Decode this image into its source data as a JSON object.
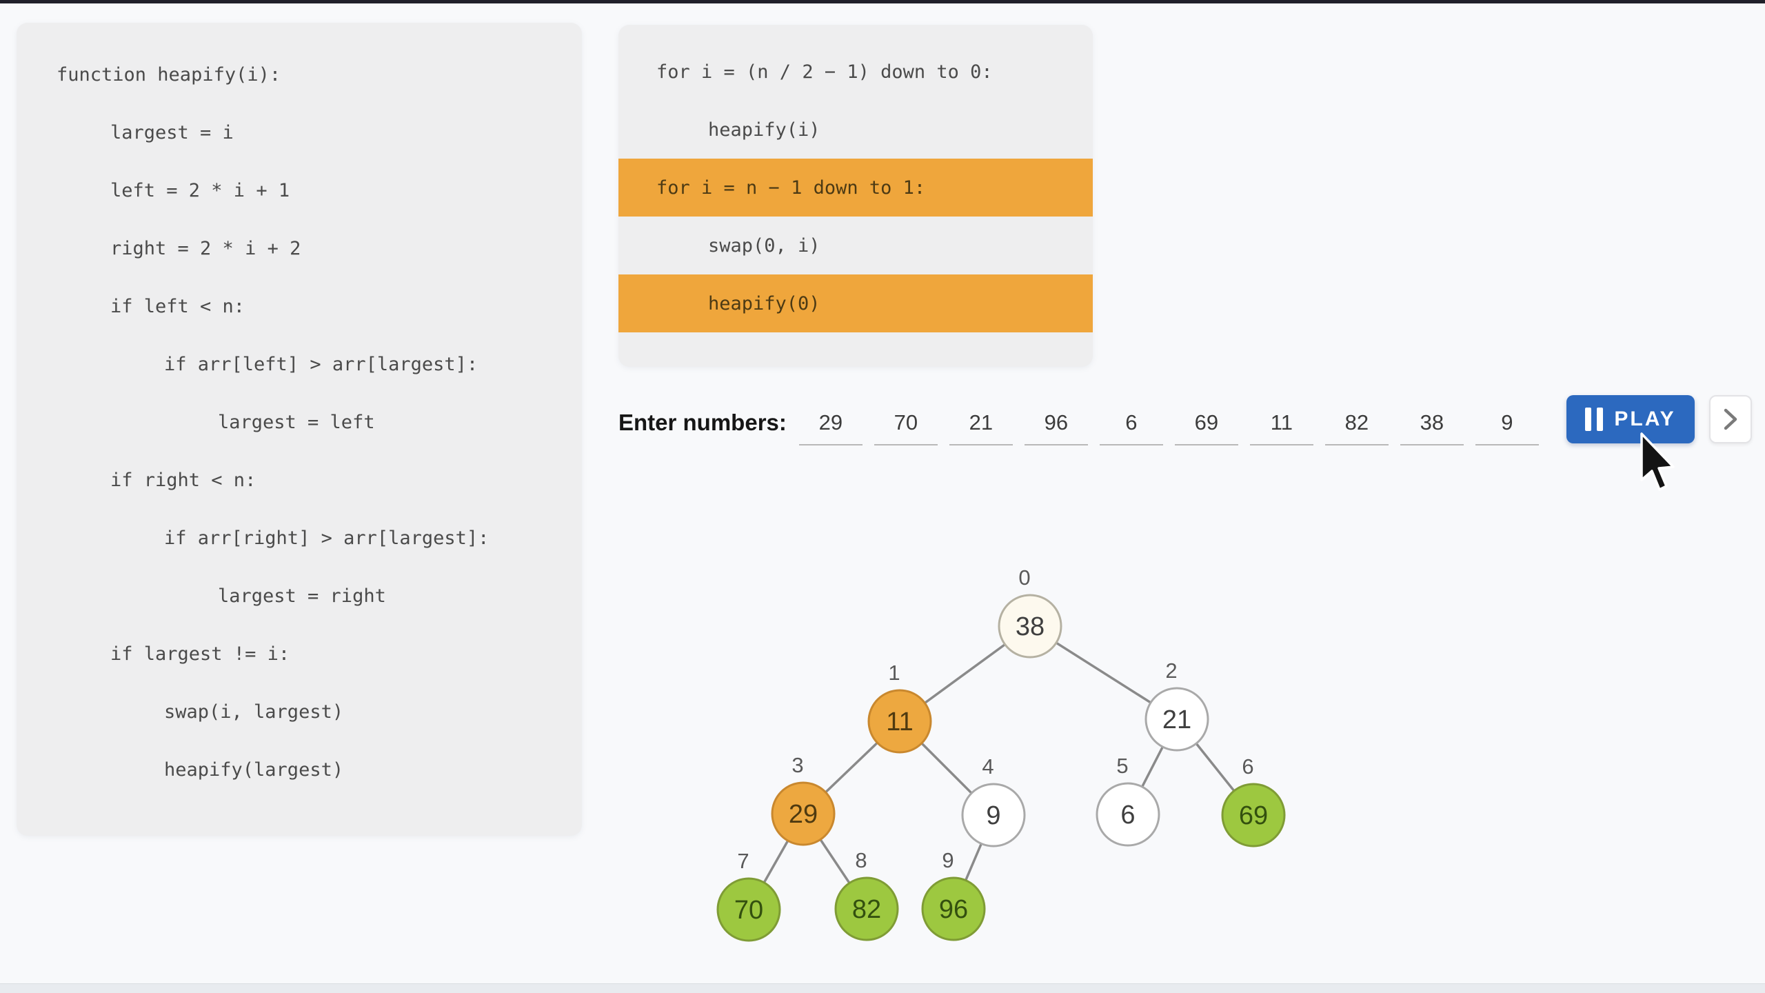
{
  "heapify_panel": {
    "lines": [
      {
        "text": "function heapify(i):",
        "indent": 0
      },
      {
        "text": "largest = i",
        "indent": 1
      },
      {
        "text": "left = 2 * i + 1",
        "indent": 1
      },
      {
        "text": "right = 2 * i + 2",
        "indent": 1
      },
      {
        "text": "if left < n:",
        "indent": 1
      },
      {
        "text": "if arr[left] > arr[largest]:",
        "indent": 2
      },
      {
        "text": "largest = left",
        "indent": 3
      },
      {
        "text": "if right < n:",
        "indent": 1
      },
      {
        "text": "if arr[right] > arr[largest]:",
        "indent": 2
      },
      {
        "text": "largest = right",
        "indent": 3
      },
      {
        "text": "if largest != i:",
        "indent": 1
      },
      {
        "text": "swap(i, largest)",
        "indent": 2
      },
      {
        "text": "heapify(largest)",
        "indent": 2
      }
    ]
  },
  "mainloop_panel": {
    "lines": [
      {
        "text": "for i = (n / 2 − 1) down to 0:",
        "indent": 0,
        "highlighted": false
      },
      {
        "text": "heapify(i)",
        "indent": 1,
        "highlighted": false
      },
      {
        "text": "for i = n − 1 down to 1:",
        "indent": 0,
        "highlighted": true
      },
      {
        "text": "swap(0, i)",
        "indent": 1,
        "highlighted": false
      },
      {
        "text": "heapify(0)",
        "indent": 1,
        "highlighted": true
      }
    ]
  },
  "input_row": {
    "label": "Enter numbers:",
    "values": [
      "29",
      "70",
      "21",
      "96",
      "6",
      "69",
      "11",
      "82",
      "38",
      "9"
    ],
    "play_button": {
      "label": "PLAY",
      "icon": "pause-icon"
    },
    "next_button": {
      "icon": "chevron-right-icon"
    }
  },
  "tree": {
    "nodes": [
      {
        "index": 0,
        "value": "38",
        "state": "cream"
      },
      {
        "index": 1,
        "value": "11",
        "state": "active"
      },
      {
        "index": 2,
        "value": "21",
        "state": "plain"
      },
      {
        "index": 3,
        "value": "29",
        "state": "active"
      },
      {
        "index": 4,
        "value": "9",
        "state": "plain"
      },
      {
        "index": 5,
        "value": "6",
        "state": "plain"
      },
      {
        "index": 6,
        "value": "69",
        "state": "sorted"
      },
      {
        "index": 7,
        "value": "70",
        "state": "sorted"
      },
      {
        "index": 8,
        "value": "82",
        "state": "sorted"
      },
      {
        "index": 9,
        "value": "96",
        "state": "sorted"
      }
    ],
    "edges": [
      [
        0,
        1
      ],
      [
        0,
        2
      ],
      [
        1,
        3
      ],
      [
        1,
        4
      ],
      [
        2,
        5
      ],
      [
        2,
        6
      ],
      [
        3,
        7
      ],
      [
        3,
        8
      ],
      [
        4,
        9
      ]
    ]
  },
  "colors": {
    "highlight_orange": "#efa63c",
    "play_blue": "#2c69bf",
    "edge_gray": "#8a8a8a",
    "index_label": "#595959",
    "node_states": {
      "plain": {
        "fill": "#ffffff",
        "stroke": "#a9a9a9",
        "text": "#3f3f3f"
      },
      "cream": {
        "fill": "#fdf9ee",
        "stroke": "#b5b1a2",
        "text": "#3f3f3f"
      },
      "active": {
        "fill": "#eda840",
        "stroke": "#c9882e",
        "text": "#4f3a10"
      },
      "sorted": {
        "fill": "#9dc840",
        "stroke": "#7f9c35",
        "text": "#33500f"
      }
    }
  }
}
